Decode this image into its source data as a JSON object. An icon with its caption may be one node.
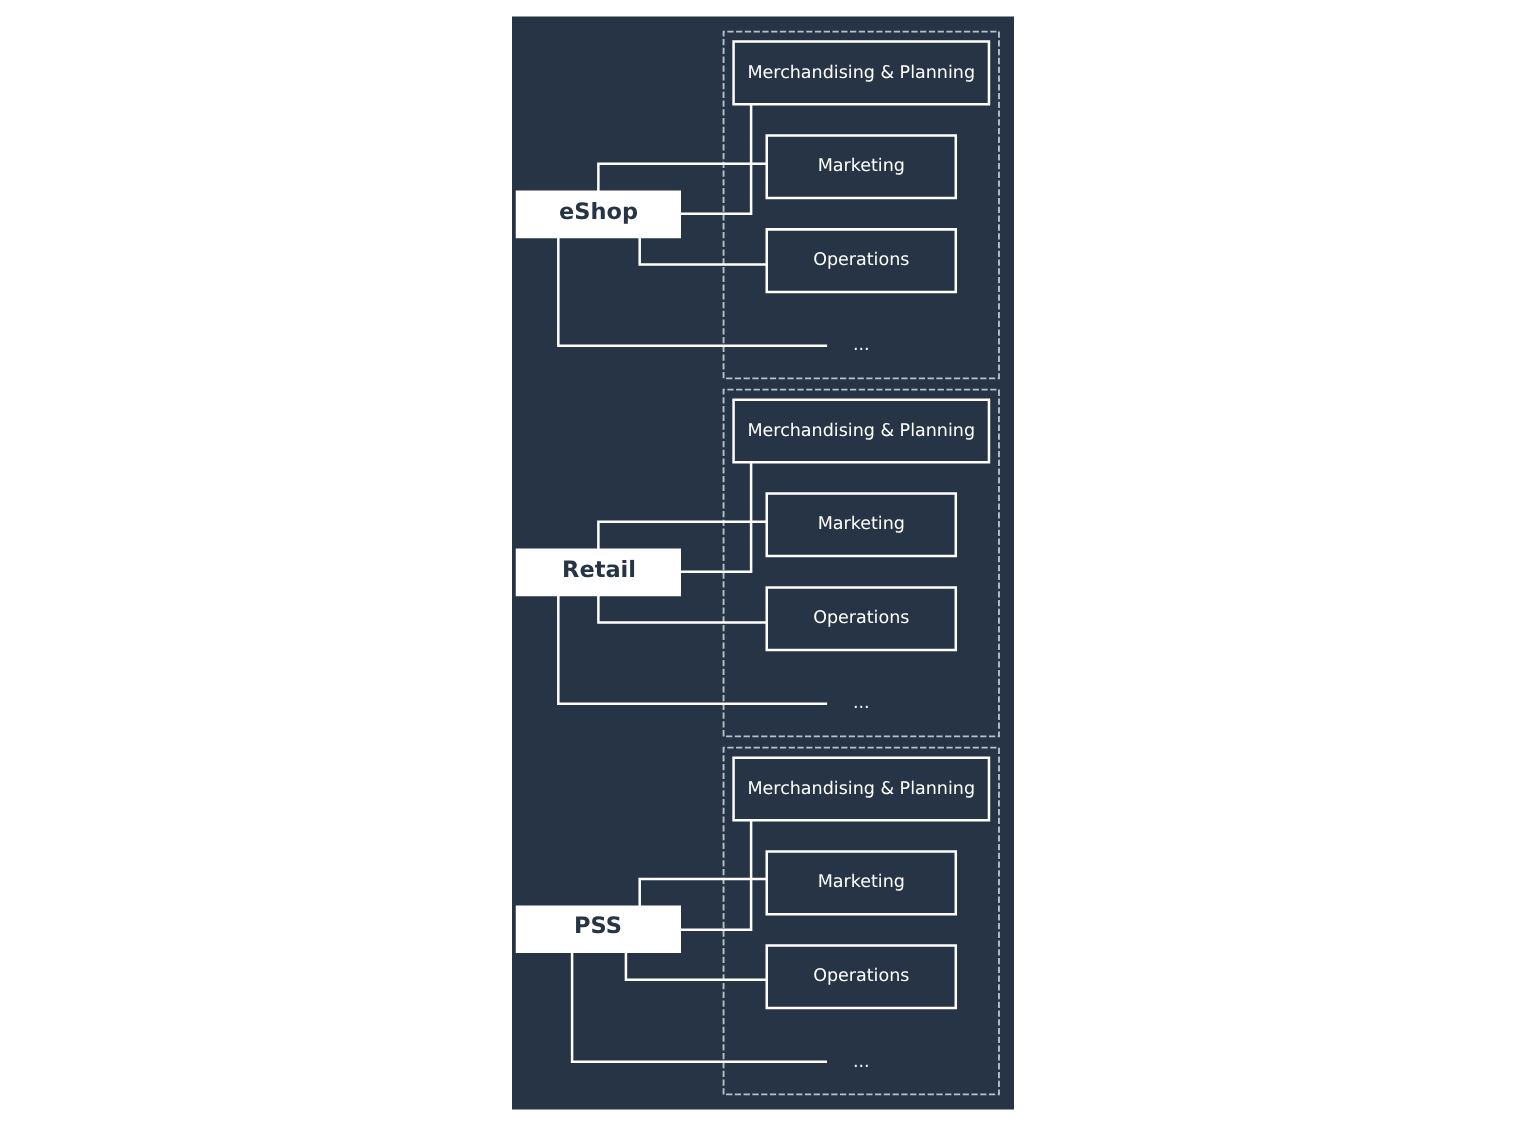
{
  "diagram": {
    "nodes": [
      {
        "text": [
          "eShop"
        ]
      },
      {
        "text": [],
        "shape": "box"
      },
      {
        "text": [
          "Merchandising & Planning"
        ],
        "in": 1
      },
      {
        "text": [
          "Marketing"
        ],
        "in": 1
      },
      {
        "text": [
          "Operations"
        ],
        "in": 1
      },
      {
        "text": [
          "..."
        ],
        "in": 1
      },
      {
        "text": [
          "Retail"
        ]
      },
      {
        "text": [],
        "shape": "box"
      },
      {
        "text": [
          "Merchandising & Planning"
        ],
        "in": 7
      },
      {
        "text": [
          "Marketing"
        ],
        "in": 7
      },
      {
        "text": [
          "Operations"
        ],
        "in": 7
      },
      {
        "text": [
          "..."
        ],
        "in": 7
      },
      {
        "text": [
          "PSS"
        ]
      },
      {
        "text": [],
        "shape": "box"
      },
      {
        "text": [
          "Merchandising & Planning"
        ],
        "in": 13
      },
      {
        "text": [
          "Marketing"
        ],
        "in": 13
      },
      {
        "text": [
          "Operations"
        ],
        "in": 13
      },
      {
        "text": [
          "..."
        ],
        "in": 13
      }
    ],
    "edges": [
      {
        "from": 0,
        "to": 2,
        "arrow": "none"
      },
      {
        "from": 0,
        "to": 3,
        "arrow": "none"
      },
      {
        "from": 0,
        "to": 4,
        "arrow": "none"
      },
      {
        "from": 0,
        "to": 5,
        "arrow": "none"
      },
      {
        "from": 6,
        "to": 8,
        "arrow": "none"
      },
      {
        "from": 6,
        "to": 9,
        "arrow": "none"
      },
      {
        "from": 6,
        "to": 10,
        "arrow": "none"
      },
      {
        "from": 6,
        "to": 11,
        "arrow": "none"
      },
      {
        "from": 12,
        "to": 14,
        "arrow": "none"
      },
      {
        "from": 12,
        "to": 15,
        "arrow": "none"
      },
      {
        "from": 12,
        "to": 16,
        "arrow": "none"
      },
      {
        "from": 12,
        "to": 17,
        "arrow": "none"
      }
    ]
  }
}
